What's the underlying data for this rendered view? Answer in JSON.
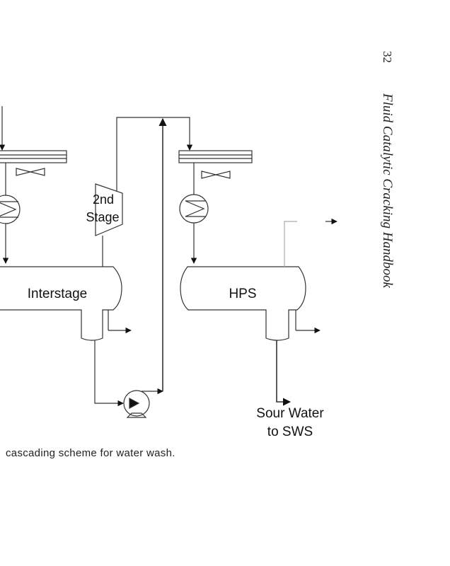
{
  "header": {
    "page_number": "32",
    "book_title": "Fluid Catalytic Cracking Handbook"
  },
  "diagram": {
    "compressor_label_line1": "2nd",
    "compressor_label_line2": "Stage",
    "interstage_drum_label": "Interstage",
    "hps_drum_label": "HPS",
    "sour_water_line1": "Sour Water",
    "sour_water_line2": "to SWS"
  },
  "caption": "cascading scheme for water wash."
}
